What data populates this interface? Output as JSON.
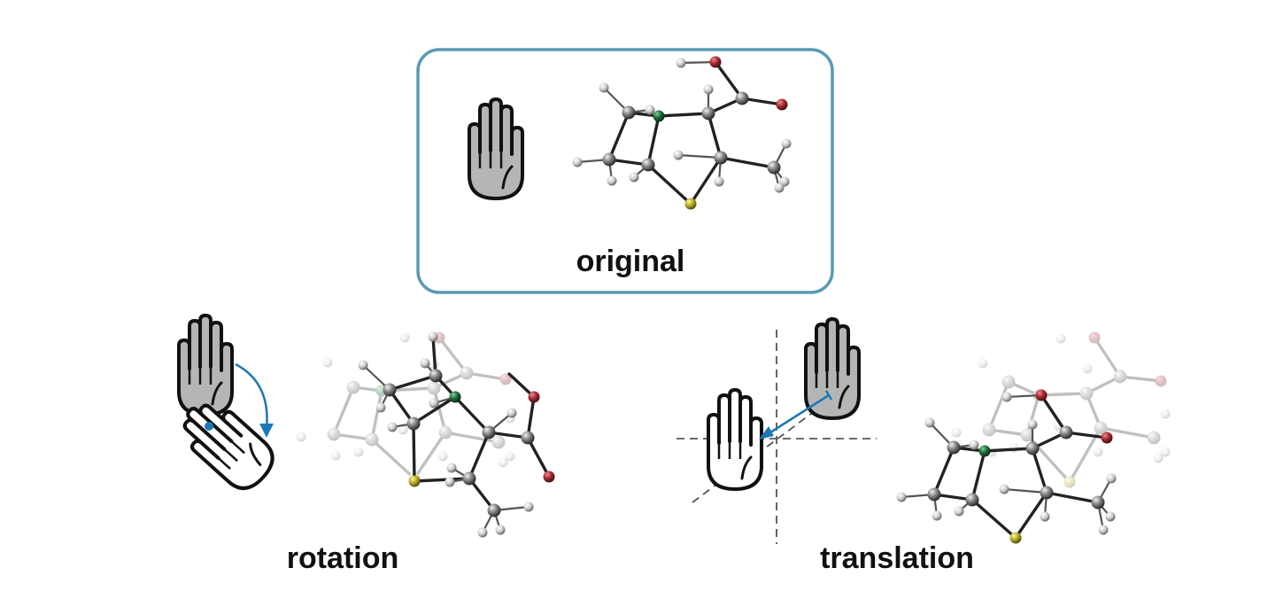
{
  "panels": {
    "original": {
      "label": "original"
    },
    "rotation": {
      "label": "rotation"
    },
    "translation": {
      "label": "translation"
    }
  },
  "colors": {
    "frame": "#5a9ab5",
    "arrow": "#1e78b4",
    "carbon": "#7a7a7a",
    "hydrogen": "#d8d8d8",
    "nitrogen": "#1f6e3a",
    "oxygen": "#a82b35",
    "sulfur": "#b8b02a",
    "hand_fill": "#b5b5b5"
  },
  "icons": {
    "original_hand": "raised-hand-icon",
    "rotation_hand": "raised-hand-icon",
    "rotation_hand_rotated": "rotated-hand-icon",
    "rotation_arrow": "curved-arrow-icon",
    "translation_hand_start": "raised-hand-icon",
    "translation_hand_end": "raised-hand-outline-icon",
    "translation_arrow": "arrow-icon"
  }
}
